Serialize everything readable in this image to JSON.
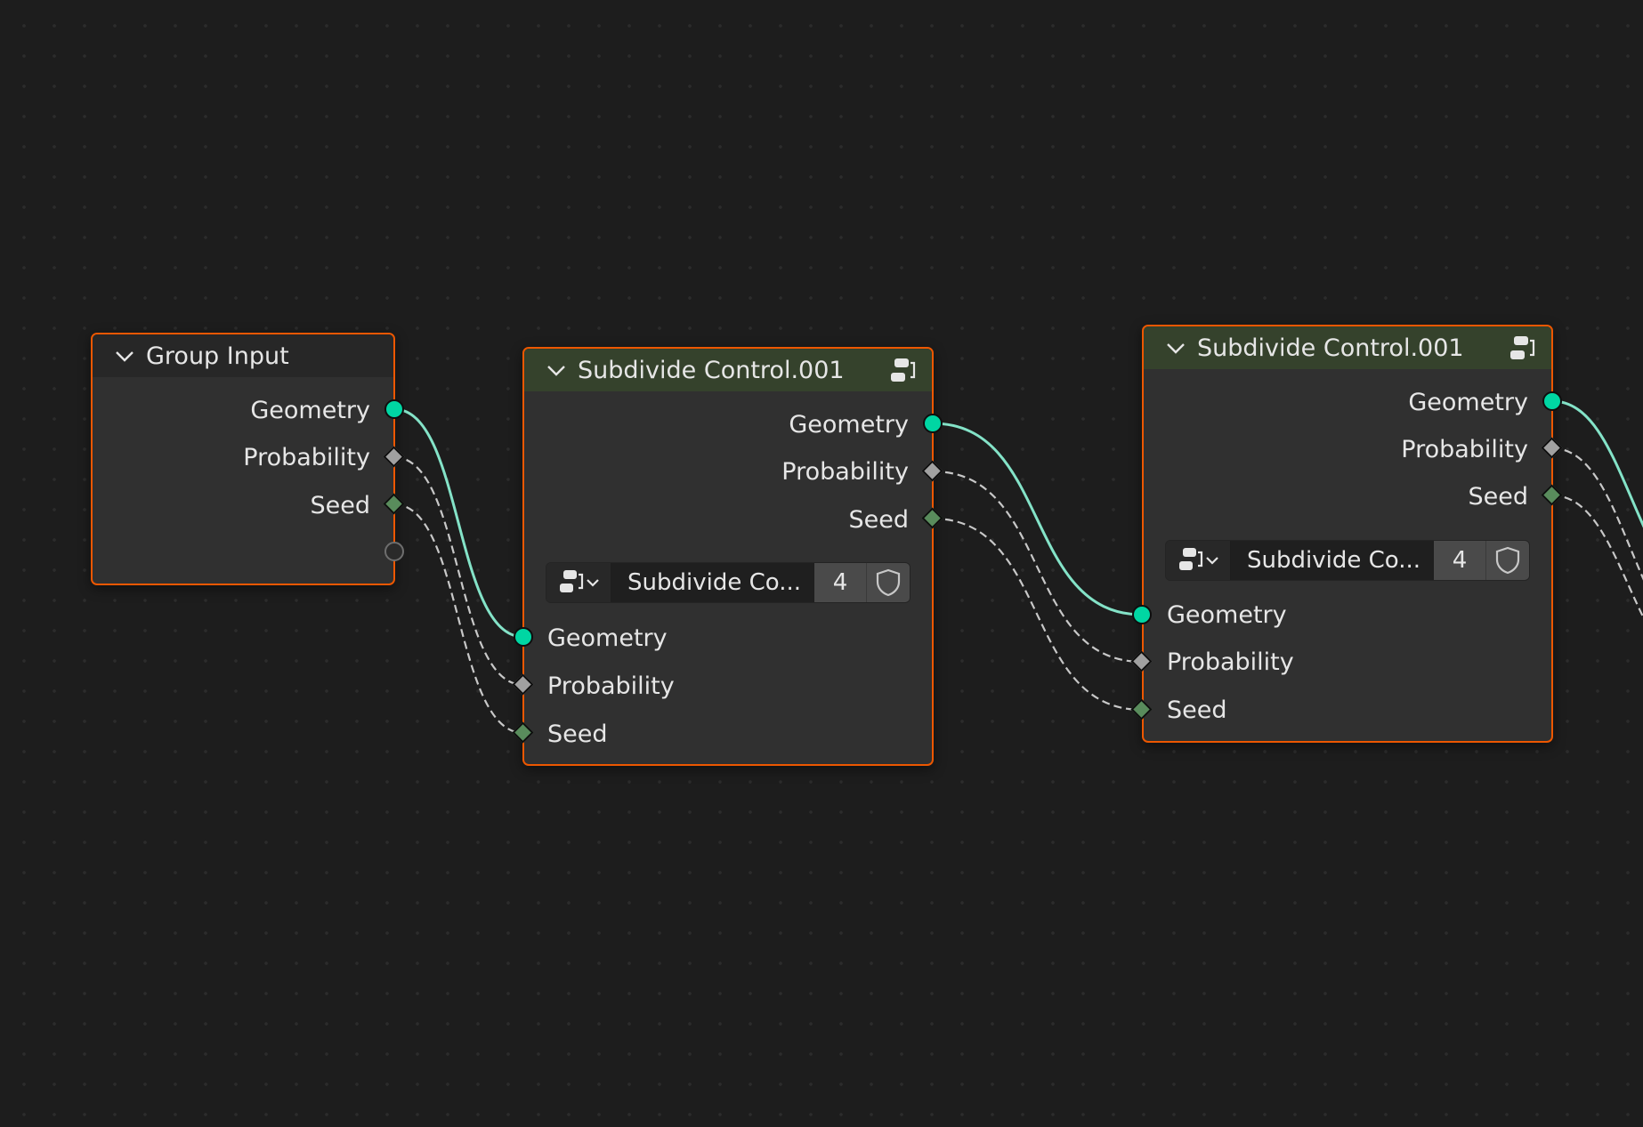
{
  "editor": "geometry-node-editor",
  "colors": {
    "background": "#1d1d1d",
    "node_body": "#303030",
    "node_selected_outline": "#ed5700",
    "group_header": "#35422c",
    "geometry_socket": "#00d6a3",
    "float_socket": "#a1a1a1",
    "integer_socket": "#598c5c",
    "geometry_link": "#84e3c8",
    "field_link": "#c8c8c8"
  },
  "nodes": [
    {
      "title": "Group Input",
      "outputs": [
        "Geometry",
        "Probability",
        "Seed"
      ]
    },
    {
      "title": "Subdivide Control.001",
      "outputs": [
        "Geometry",
        "Probability",
        "Seed"
      ],
      "group_widget": {
        "name": "Subdivide Co...",
        "users": "4"
      },
      "inputs": [
        "Geometry",
        "Probability",
        "Seed"
      ]
    },
    {
      "title": "Subdivide Control.001",
      "outputs": [
        "Geometry",
        "Probability",
        "Seed"
      ],
      "group_widget": {
        "name": "Subdivide Co...",
        "users": "4"
      },
      "inputs": [
        "Geometry",
        "Probability",
        "Seed"
      ]
    }
  ],
  "icons": {
    "collapse": "chevron-down-icon",
    "node_group": "node-tree-icon",
    "fake_user": "shield-icon"
  }
}
